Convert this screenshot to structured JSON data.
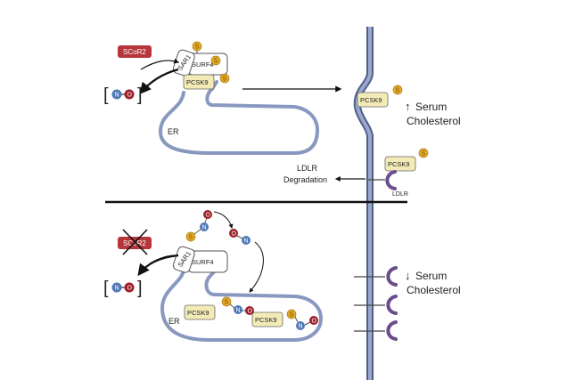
{
  "labels": {
    "scor2": "SCoR2",
    "sar1": "SAR1",
    "surf4": "SURF4",
    "pcsk9": "PCSK9",
    "er": "ER",
    "s": "S",
    "n": "N",
    "o": "O",
    "serum": "Serum",
    "cholesterol": "Cholesterol",
    "ldlr_degradation_line1": "LDLR",
    "ldlr_degradation_line2": "Degradation",
    "ldlr": "LDLR",
    "arrow_up": "↑",
    "arrow_down": "↓"
  },
  "colors": {
    "membrane": "#7f8fb5",
    "membrane_edge": "#4f5f88",
    "scor2": "#b5363b",
    "sulfur": "#e3a92a",
    "nitrogen": "#4f79b6",
    "oxygen": "#9e1f27",
    "pcsk9": "#f3ebb7",
    "ldlr": "#6a4c8c"
  }
}
